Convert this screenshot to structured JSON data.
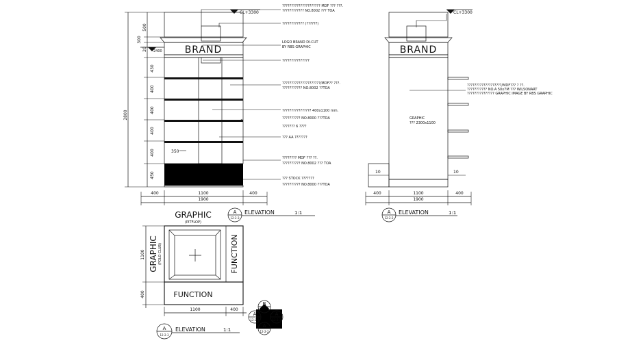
{
  "elev_a": {
    "level_top": "CL+3300",
    "level_mid": "2400",
    "brand": "BRAND",
    "notes": [
      "????????????????????? MDF ??? ???.",
      "???????????? NO.8002 ??? TOA",
      "???????????? (??????)",
      "LOGO BRAND DI-CUT",
      "BY RBS GRAPHIC",
      "???????????????",
      "?????????????????????/MDF?? ???.",
      "??????????? NO.8002 ??TOA",
      "???????????????? 400x1100 mm.",
      "?????????? NO.8000 ???TOA",
      "??????? 6 ????",
      "??? AA ???????",
      "???????? MDF ??? ??.",
      "?????????? NO.8002 ??? TOA",
      "??? STOCK ???????",
      "?????????? NO.8000 ???TOA"
    ],
    "vdims": [
      "500",
      "300",
      "20",
      "430",
      "400",
      "400",
      "400",
      "400",
      "450"
    ],
    "overall": "2800",
    "hdims": [
      "400",
      "1100",
      "400"
    ],
    "total": "1900",
    "bubble_letter": "A",
    "bubble_ref": "12-2-3",
    "title": "ELEVATION",
    "scale": "1:1",
    "tag": "350"
  },
  "elev_b": {
    "level_top": "CL+3300",
    "brand": "BRAND",
    "notes": [
      "???????????????????/MDF??? ? ??.",
      "??????????? NO.A 50x7M ??? WILSONART",
      "??????????????? GRAPHIC IMAGE BY RBS GRAPHIC"
    ],
    "graphic_label": "GRAPHIC",
    "graphic_size": "??? 2300x1100",
    "side_dims": [
      "10",
      "10"
    ],
    "hdims": [
      "400",
      "1100",
      "400"
    ],
    "total": "1900",
    "bubble_letter": "A",
    "bubble_ref": "12-2-2",
    "title": "ELEVATION",
    "scale": "1:1"
  },
  "plan": {
    "top_label": "GRAPHIC",
    "top_sub": "(PITFLOP)",
    "left_label": "GRAPHIC",
    "left_sub": "(POLO CLUB)",
    "right_label": "FUNCTION",
    "bottom_label": "FUNCTION",
    "vdims": [
      "1100",
      "400"
    ],
    "hdims": [
      "1100",
      "400"
    ],
    "bubble_letter": "A",
    "bubble_ref": "12-2-3",
    "title": "ELEVATION",
    "scale": "1:1"
  },
  "key": {
    "top": "B",
    "left": "A",
    "right": "A",
    "bottom": "A",
    "ref_left": "12-2-2",
    "ref_right": "12-2-3",
    "ref_bottom": "12-2-2"
  }
}
